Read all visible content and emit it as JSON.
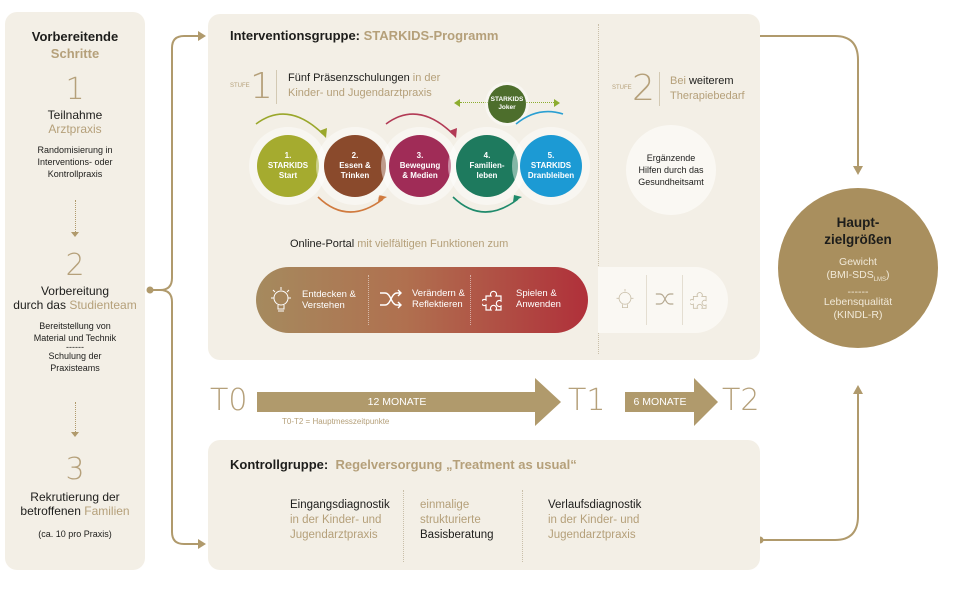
{
  "prep": {
    "title_dark": "Vorbereitende",
    "title_gold": "Schritte",
    "steps": [
      {
        "num": "1",
        "title_dark": "Teilnahme",
        "title_gold": "Arztpraxis",
        "desc": [
          "Randomisierung in",
          "Interventions- oder",
          "Kontrollpraxis"
        ]
      },
      {
        "num": "2",
        "title_dark": "Vorbereitung",
        "title_dark2": "durch das",
        "title_gold": "Studienteam",
        "desc": [
          "Bereitstellung von",
          "Material und Technik",
          "------",
          "Schulung der",
          "Praxisteams"
        ]
      },
      {
        "num": "3",
        "title_dark": "Rekrutierung der",
        "title_dark2": "betroffenen",
        "title_gold": "Familien",
        "desc": [
          "(ca. 10 pro Praxis)"
        ]
      }
    ]
  },
  "intervention": {
    "title_dark": "Interventionsgruppe:",
    "title_gold": "STARKIDS-Programm",
    "stufe_label": "STUFE",
    "stufe1": {
      "num": "1",
      "line1_dark": "Fünf Präsenzschulungen",
      "line1_gold": "in der",
      "line2_gold": "Kinder- und Jugendarztpraxis"
    },
    "joker": [
      "STARKIDS",
      "Joker"
    ],
    "sessions": [
      {
        "lines": [
          "1.",
          "STARKIDS",
          "Start"
        ],
        "color": "#a5ab2f",
        "arrow": "#9aa72b"
      },
      {
        "lines": [
          "2.",
          "Essen &",
          "Trinken"
        ],
        "color": "#8a4a2c",
        "arrow": "#d07a3e"
      },
      {
        "lines": [
          "3.",
          "Bewegung",
          "& Medien"
        ],
        "color": "#a02c57",
        "arrow": "#b23a55"
      },
      {
        "lines": [
          "4.",
          "Familien-",
          "leben"
        ],
        "color": "#1e7a5e",
        "arrow": "#1f8a6b"
      },
      {
        "lines": [
          "5.",
          "STARKIDS",
          "Dranbleiben"
        ],
        "color": "#1c9ad4",
        "arrow": "#2a9fd2"
      }
    ],
    "stufe2": {
      "num": "2",
      "line1_gold": "Bei",
      "line1_dark": "weiterem",
      "line2_gold": "Therapiebedarf",
      "circle": [
        "Ergänzende",
        "Hilfen durch das",
        "Gesundheitsamt"
      ]
    },
    "portal": {
      "dark": "Online-Portal",
      "gold": "mit vielfältigen Funktionen zum",
      "items": [
        {
          "icon": "lightbulb-icon",
          "lines": [
            "Entdecken &",
            "Verstehen"
          ]
        },
        {
          "icon": "shuffle-icon",
          "lines": [
            "Verändern &",
            "Reflektieren"
          ]
        },
        {
          "icon": "puzzle-icon",
          "lines": [
            "Spielen &",
            "Anwenden"
          ]
        }
      ]
    }
  },
  "timeline": {
    "t0": "T0",
    "t1": "T1",
    "t2": "T2",
    "seg1": "12 MONATE",
    "seg2": "6 MONATE",
    "note": "T0-T2 = Hauptmesszeitpunkte"
  },
  "control": {
    "title_dark": "Kontrollgruppe:",
    "title_gold": "Regelversorgung „Treatment as usual“",
    "cols": [
      {
        "dark": "Eingangsdiagnostik",
        "gold": [
          "in der Kinder- und",
          "Jugendarztpraxis"
        ]
      },
      {
        "gold": [
          "einmalige",
          "strukturierte"
        ],
        "dark": "Basisberatung"
      },
      {
        "dark": "Verlaufsdiagnostik",
        "gold": [
          "in der Kinder- und",
          "Jugendarztpraxis"
        ]
      }
    ]
  },
  "outcome": {
    "title": [
      "Haupt-",
      "zielgrößen"
    ],
    "l1": "Gewicht",
    "l2": "(BMI-SDS",
    "l2_sub": "LMS",
    "l2_end": ")",
    "sep": "------",
    "l3": "Lebensqualität",
    "l4": "(KINDL-R)"
  },
  "colors": {
    "gold": "#b09a6c",
    "panel": "#f3efe6",
    "outcome": "#a98f5e"
  }
}
